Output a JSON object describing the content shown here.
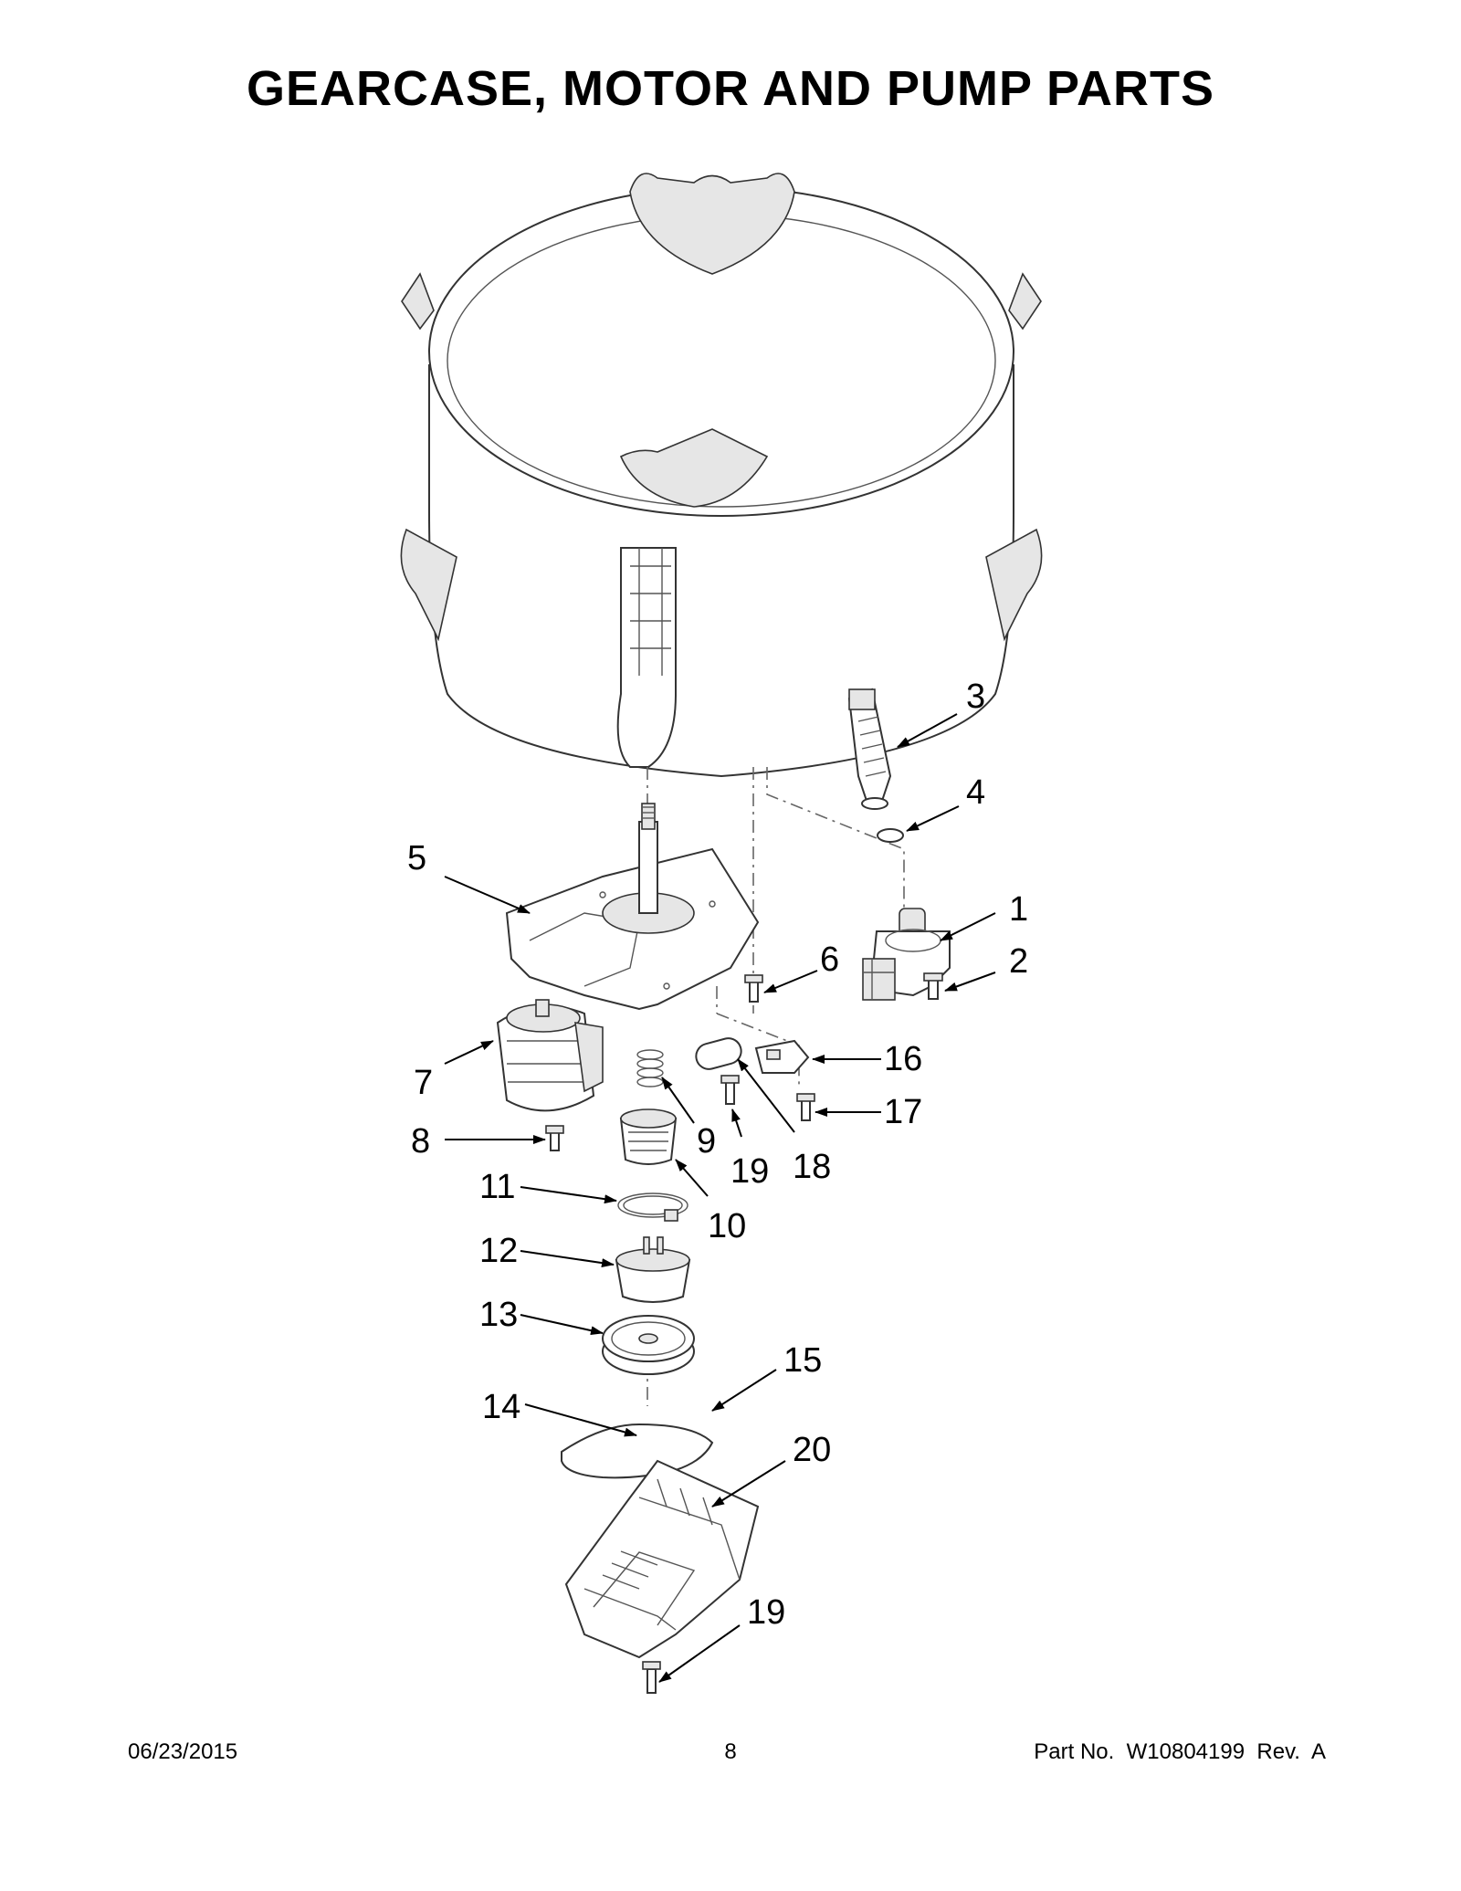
{
  "page": {
    "title": "GEARCASE, MOTOR AND PUMP PARTS",
    "footer": {
      "date": "06/23/2015",
      "page_number": "8",
      "part_label": "Part No.  W10804199  Rev.  A"
    }
  },
  "callouts": [
    "1",
    "2",
    "3",
    "4",
    "5",
    "6",
    "7",
    "8",
    "9",
    "10",
    "11",
    "12",
    "13",
    "14",
    "15",
    "16",
    "17",
    "18",
    "19",
    "19",
    "20"
  ]
}
